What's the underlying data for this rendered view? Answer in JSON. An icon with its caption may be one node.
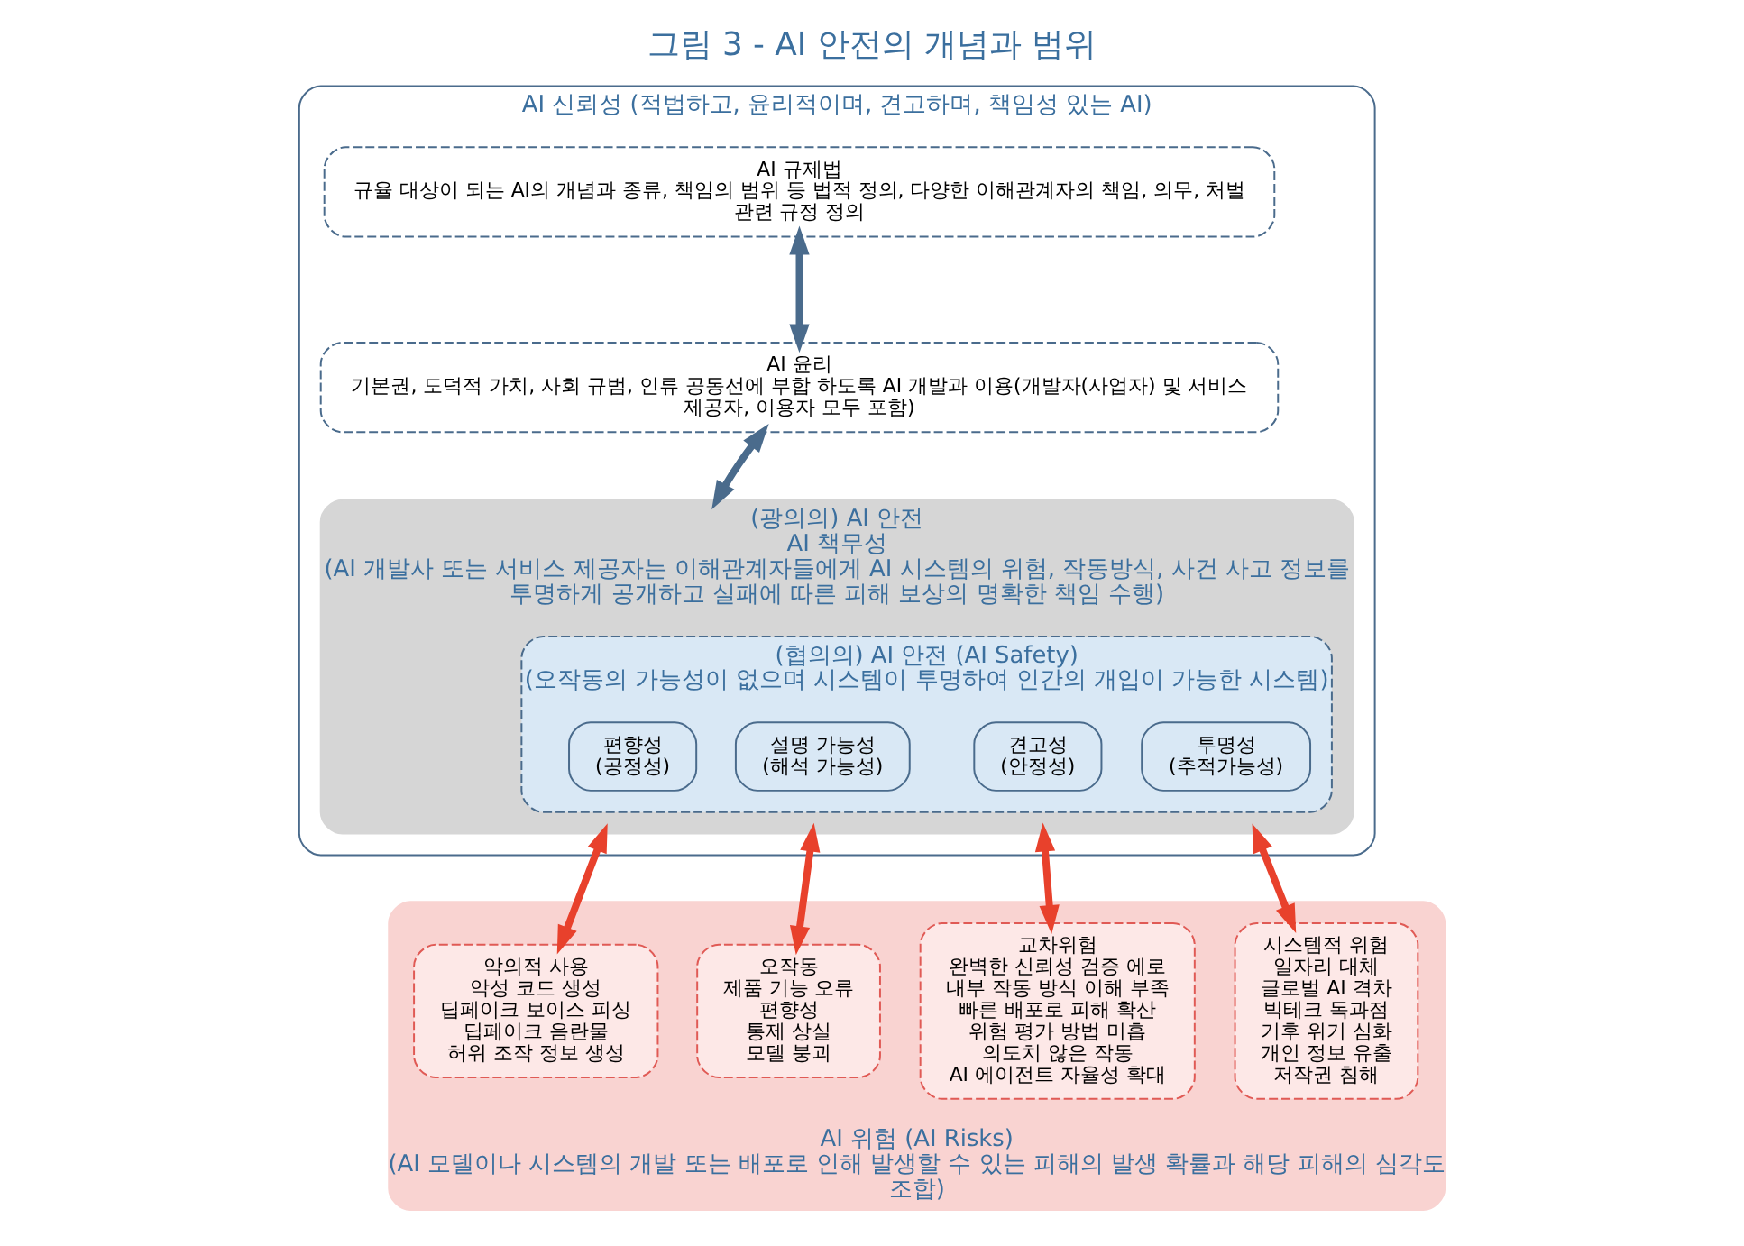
{
  "diagram": {
    "title": "그림 3 - AI 안전의 개념과 범위",
    "nodes": [
      {
        "text": [
          "AI 신뢰성 (적법하고, 윤리적이며, 견고하며, 책임성 있는 AI)"
        ]
      },
      {
        "text": [
          "AI 규제법",
          "규율 대상이 되는 AI의 개념과 종류, 책임의 범위 등 법적 정의, 다양한 이해관계자의 책임, 의무, 처벌 관련 규정 정의"
        ],
        "in": 0
      },
      {
        "text": [
          "AI 윤리",
          "기본권, 도덕적 가치, 사회 규범, 인류 공동선에 부합 하도록 AI 개발과 이용(개발자(사업자) 및 서비스 제공자, 이용자 모두 포함)"
        ],
        "in": 0
      },
      {
        "text": [
          "(광의의) AI 안전",
          "AI 책무성",
          "(AI 개발사 또는 서비스 제공자는 이해관계자들에게 AI 시스템의 위험, 작동방식, 사건 사고 정보를 투명하게 공개하고 실패에 따른 피해 보상의 명확한 책임 수행)"
        ],
        "in": 0
      },
      {
        "text": [
          "(협의의) AI 안전 (AI Safety)",
          "(오작동의 가능성이 없으며 시스템이 투명하여 인간의 개입이 가능한 시스템)"
        ],
        "in": 3
      },
      {
        "text": [
          "편향성",
          "(공정성)"
        ],
        "in": 4
      },
      {
        "text": [
          "설명 가능성",
          "(해석 가능성)"
        ],
        "in": 4
      },
      {
        "text": [
          "견고성",
          "(안정성)"
        ],
        "in": 4
      },
      {
        "text": [
          "투명성",
          "(추적가능성)"
        ],
        "in": 4
      },
      {
        "text": [
          "AI 위험 (AI Risks)",
          "(AI 모델이나 시스템의 개발 또는 배포로 인해 발생할 수 있는 피해의 발생 확률과 해당 피해의 심각도 조합)"
        ]
      },
      {
        "text": [
          "악의적 사용",
          "악성 코드 생성",
          "딥페이크 보이스 피싱",
          "딥페이크 음란물",
          "허위 조작 정보 생성"
        ],
        "in": 9
      },
      {
        "text": [
          "오작동",
          "제품 기능 오류",
          "편향성",
          "통제 상실",
          "모델 붕괴"
        ],
        "in": 9
      },
      {
        "text": [
          "교차위험",
          "완벽한 신뢰성 검증 에로",
          "내부 작동 방식 이해 부족",
          "빠른 배포로 피해 확산",
          "위험 평가 방법 미흡",
          "의도치 않은 작동",
          "AI 에이전트 자율성 확대"
        ],
        "in": 9
      },
      {
        "text": [
          "시스템적 위험",
          "일자리 대체",
          "글로벌 AI 격차",
          "빅테크 독과점",
          "기후 위기 심화",
          "개인 정보 유출",
          "저작권 침해"
        ],
        "in": 9
      }
    ],
    "edges": [
      {
        "from": 1,
        "to": 2,
        "arrow": "both",
        "color": "#4a6b8c"
      },
      {
        "from": 2,
        "to": 3,
        "arrow": "both",
        "color": "#4a6b8c"
      },
      {
        "from": 3,
        "to": 10,
        "arrow": "both"
      },
      {
        "from": 3,
        "to": 11,
        "arrow": "both"
      },
      {
        "from": 3,
        "to": 12,
        "arrow": "both"
      },
      {
        "from": 3,
        "to": 13,
        "arrow": "both"
      }
    ]
  }
}
